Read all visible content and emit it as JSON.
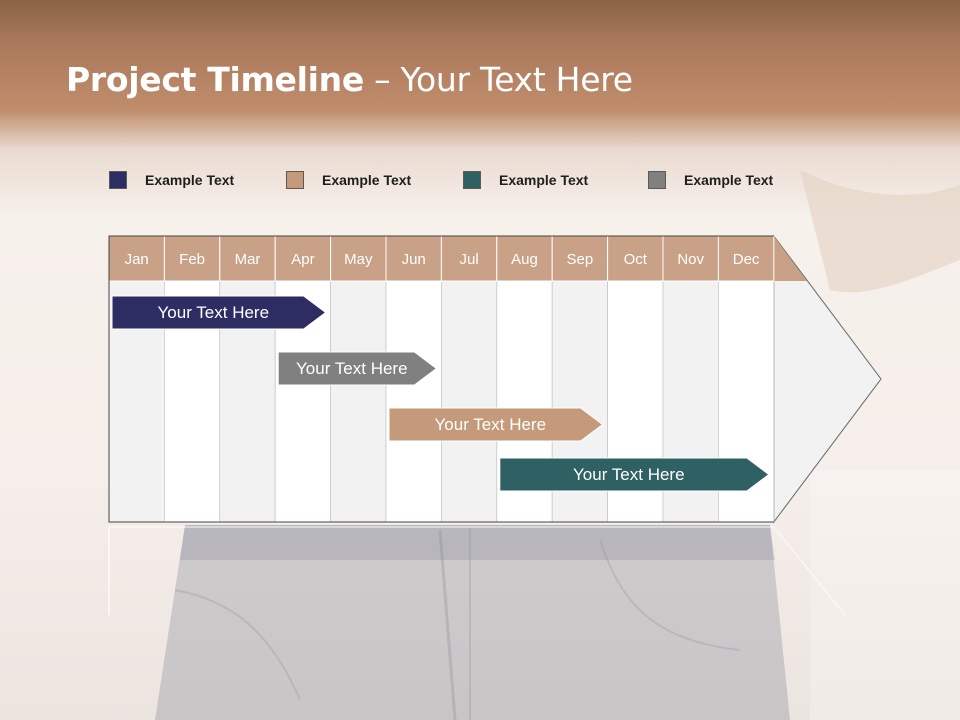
{
  "title": {
    "main": "Project Timeline",
    "rest": " – Your Text Here"
  },
  "legend": [
    {
      "label": "Example Text",
      "color": "#2e2d63"
    },
    {
      "label": "Example Text",
      "color": "#c59a7a"
    },
    {
      "label": "Example Text",
      "color": "#2f6064"
    },
    {
      "label": "Example Text",
      "color": "#808080"
    }
  ],
  "months": [
    "Jan",
    "Feb",
    "Mar",
    "Apr",
    "May",
    "Jun",
    "Jul",
    "Aug",
    "Sep",
    "Oct",
    "Nov",
    "Dec"
  ],
  "tasks": [
    {
      "label": "Your  Text Here",
      "start_month": "Jan",
      "end_month": "Apr",
      "color": "#2e2d63"
    },
    {
      "label": "Your  Text Here",
      "start_month": "Apr",
      "end_month": "Jun",
      "color": "#808080"
    },
    {
      "label": "Your  Text Here",
      "start_month": "Jun",
      "end_month": "Sep",
      "color": "#c59a7a"
    },
    {
      "label": "Your  Text Here",
      "start_month": "Aug",
      "end_month": "Dec",
      "color": "#2f6064"
    }
  ],
  "colors": {
    "header_fill": "#c8a187",
    "stripe_light": "#f2f2f2",
    "stripe_white": "#ffffff"
  }
}
